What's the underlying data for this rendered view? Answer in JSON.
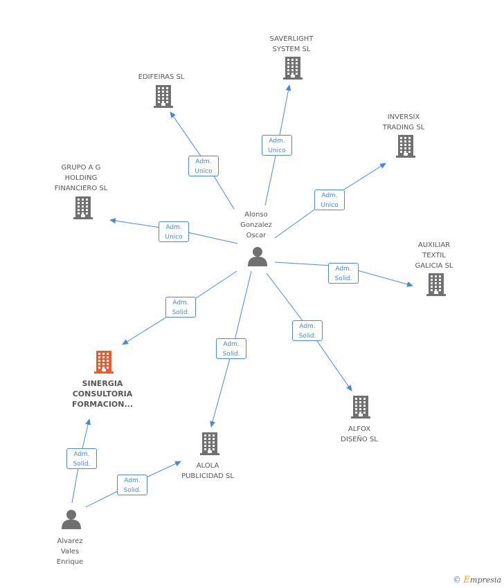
{
  "colors": {
    "edge": "#4a87d4",
    "building": "#707070",
    "building_highlight": "#f05a28",
    "person": "#707070"
  },
  "nodes": {
    "alonso": {
      "label_lines": [
        "Alonso",
        "Gonzalez",
        "Oscar"
      ],
      "icon": "person-icon"
    },
    "alvarez": {
      "label_lines": [
        "Alvarez",
        "Vales",
        "Enrique"
      ],
      "icon": "person-icon"
    },
    "saverlight": {
      "label_lines": [
        "SAVERLIGHT",
        "SYSTEM SL"
      ],
      "icon": "building-icon"
    },
    "edifeiras": {
      "label_lines": [
        "EDIFEIRAS SL"
      ],
      "icon": "building-icon"
    },
    "inversix": {
      "label_lines": [
        "INVERSIX",
        "TRADING SL"
      ],
      "icon": "building-icon"
    },
    "grupo": {
      "label_lines": [
        "GRUPO A G",
        "HOLDING",
        "FINANCIERO SL"
      ],
      "icon": "building-icon"
    },
    "auxiliar": {
      "label_lines": [
        "AUXILIAR",
        "TEXTIL",
        "GALICIA SL"
      ],
      "icon": "building-icon"
    },
    "sinergia": {
      "label_lines": [
        "SINERGIA",
        "CONSULTORIA",
        "FORMACION..."
      ],
      "icon": "building-icon",
      "highlight": true
    },
    "alola": {
      "label_lines": [
        "ALOLA",
        "PUBLICIDAD SL"
      ],
      "icon": "building-icon"
    },
    "alfox": {
      "label_lines": [
        "ALFOX",
        "DISEÑO SL"
      ],
      "icon": "building-icon"
    }
  },
  "edges": [
    {
      "from": "alonso",
      "to": "saverlight",
      "label_lines": [
        "Adm.",
        "Unico"
      ]
    },
    {
      "from": "alonso",
      "to": "edifeiras",
      "label_lines": [
        "Adm.",
        "Unico"
      ]
    },
    {
      "from": "alonso",
      "to": "inversix",
      "label_lines": [
        "Adm.",
        "Unico"
      ]
    },
    {
      "from": "alonso",
      "to": "grupo",
      "label_lines": [
        "Adm.",
        "Unico"
      ]
    },
    {
      "from": "alonso",
      "to": "auxiliar",
      "label_lines": [
        "Adm.",
        "Solid."
      ]
    },
    {
      "from": "alonso",
      "to": "sinergia",
      "label_lines": [
        "Adm.",
        "Solid."
      ]
    },
    {
      "from": "alonso",
      "to": "alola",
      "label_lines": [
        "Adm.",
        "Solid."
      ]
    },
    {
      "from": "alonso",
      "to": "alfox",
      "label_lines": [
        "Adm.",
        "Solid."
      ]
    },
    {
      "from": "alvarez",
      "to": "sinergia",
      "label_lines": [
        "Adm.",
        "Solid."
      ]
    },
    {
      "from": "alvarez",
      "to": "alola",
      "label_lines": [
        "Adm.",
        "Solid."
      ]
    }
  ],
  "footer": {
    "copyright": "©",
    "brand_first": "E",
    "brand_rest": "mpresia"
  }
}
